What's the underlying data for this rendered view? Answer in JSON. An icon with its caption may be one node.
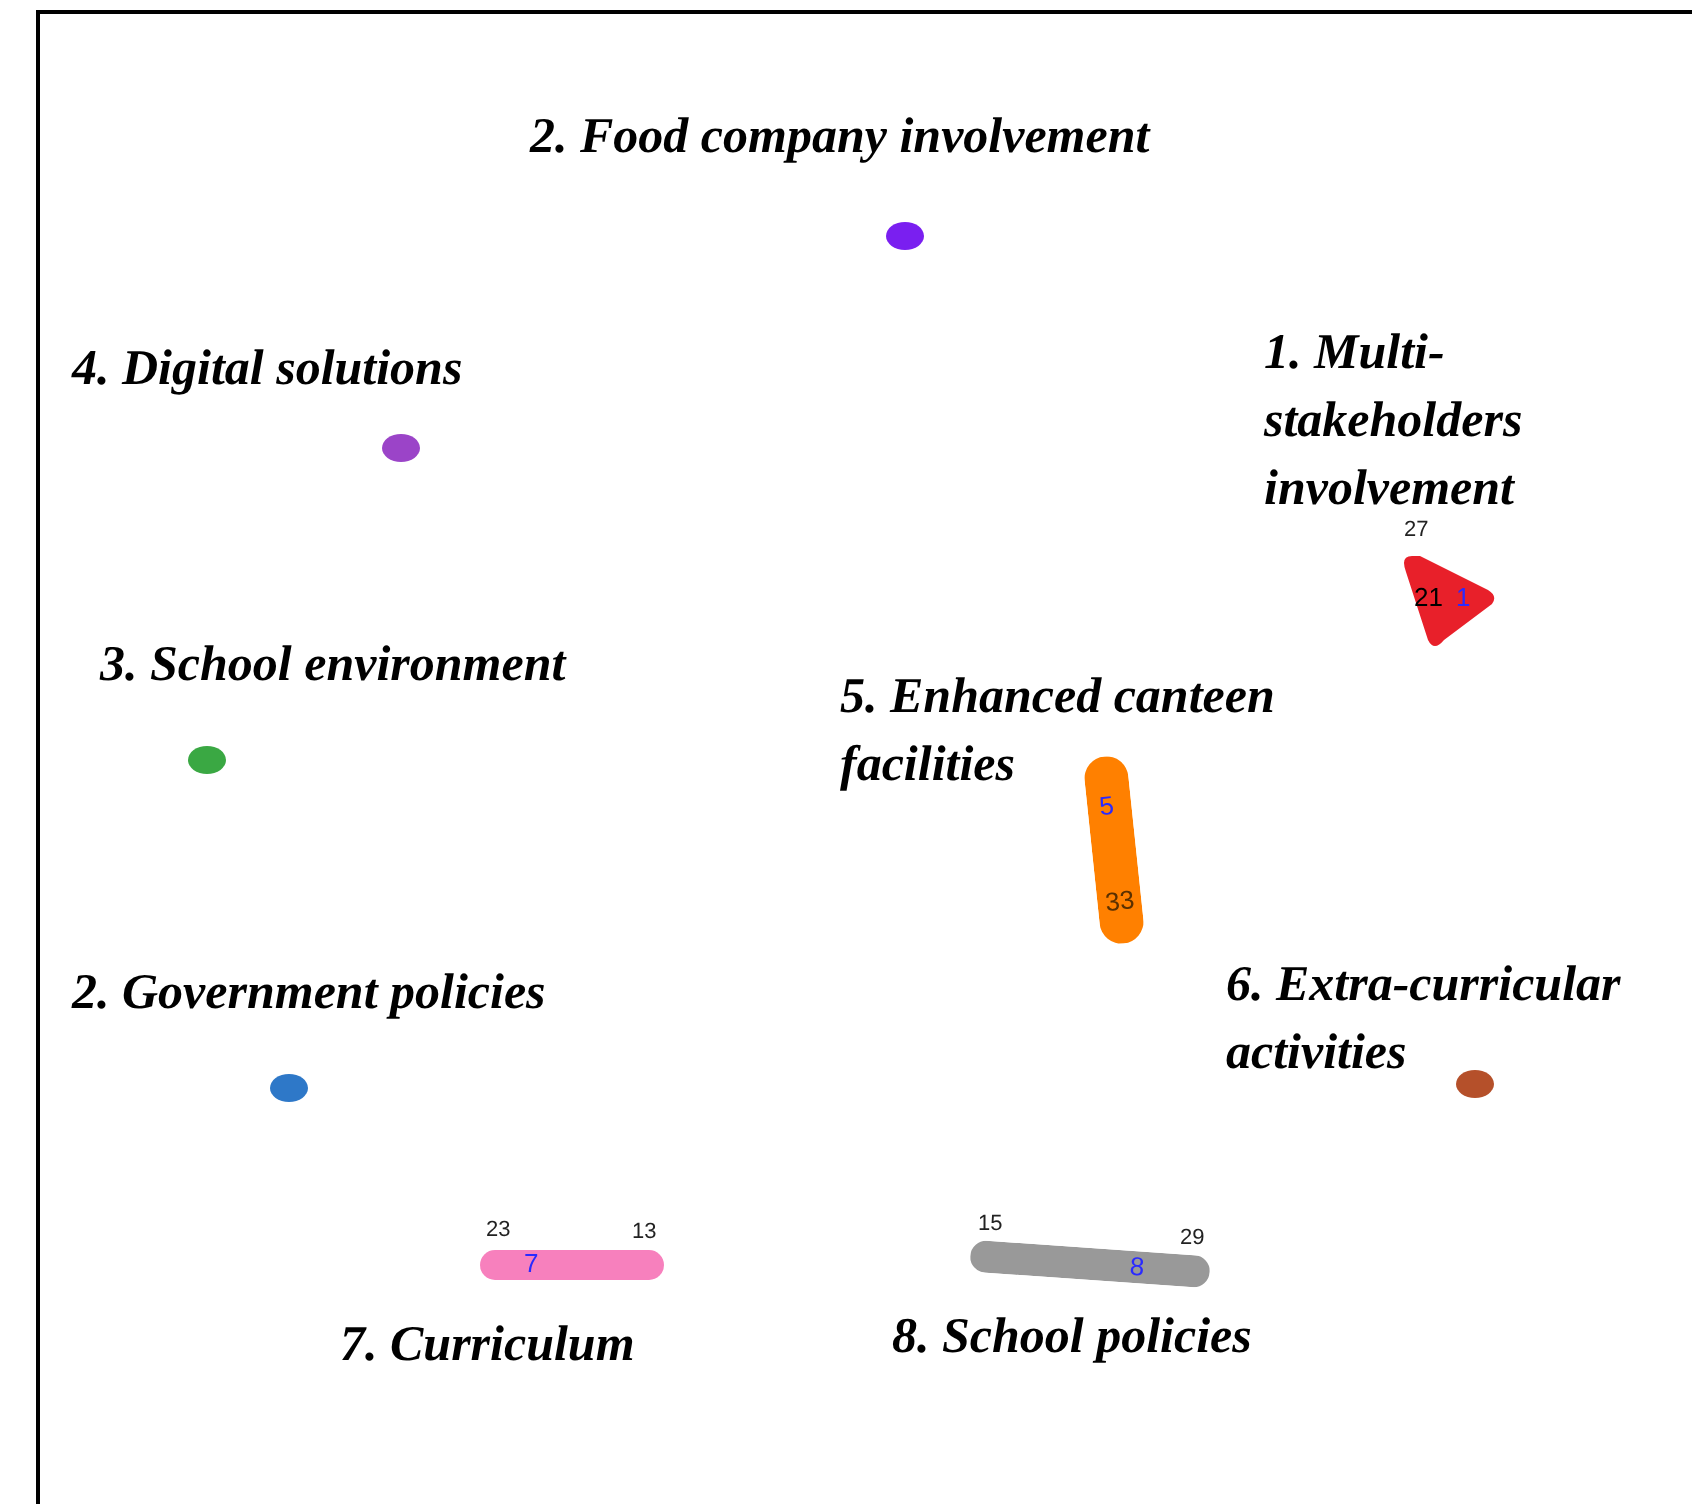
{
  "diagram": {
    "nodes": [
      {
        "text": [],
        "shape": "circle",
        "beside": [
          "2. Food company involvement"
        ]
      },
      {
        "text": [],
        "shape": "circle",
        "beside": [
          "4. Digital solutions"
        ]
      },
      {
        "text": [
          "21",
          "1"
        ],
        "beside": [
          "1. Multi-stakeholders involvement",
          "27"
        ]
      },
      {
        "text": [],
        "shape": "circle",
        "beside": [
          "3. School environment"
        ]
      },
      {
        "text": [
          "5",
          "33"
        ],
        "beside": [
          "5. Enhanced canteen facilities"
        ]
      },
      {
        "text": [],
        "shape": "circle",
        "beside": [
          "6. Extra-curricular activities"
        ]
      },
      {
        "text": [],
        "shape": "circle",
        "beside": [
          "2. Government policies"
        ]
      },
      {
        "text": [
          "7"
        ],
        "beside": [
          "23",
          "13",
          "7. Curriculum"
        ]
      },
      {
        "text": [
          "8"
        ],
        "beside": [
          "15",
          "29",
          "8. School policies"
        ]
      }
    ],
    "edges": []
  }
}
